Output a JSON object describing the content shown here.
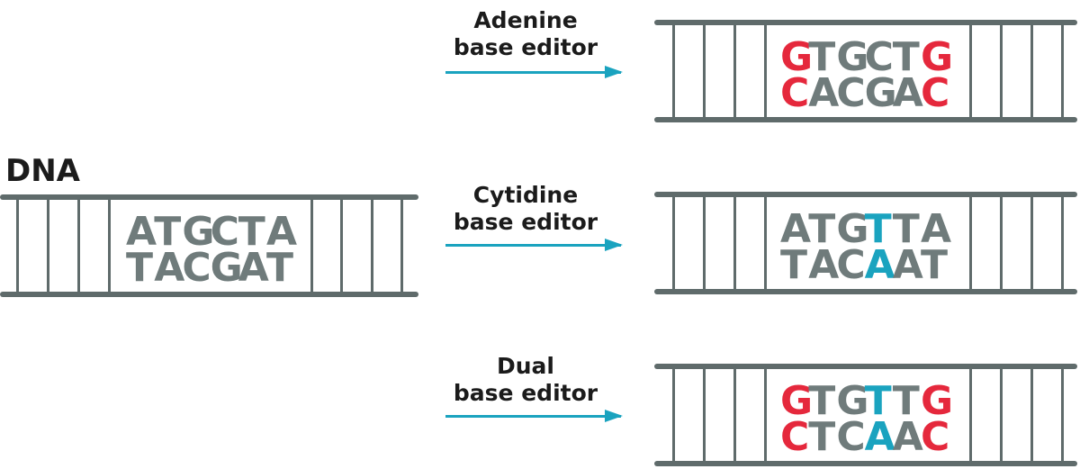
{
  "title": "DNA",
  "colors": {
    "backbone": "#5f6b6b",
    "base": "#6f7b7b",
    "edit_red": "#e5283c",
    "edit_teal": "#1aa3bf",
    "arrow": "#1aa3bf"
  },
  "source": {
    "top": [
      "A",
      "T",
      "G",
      "C",
      "T",
      "A"
    ],
    "bottom": [
      "T",
      "A",
      "C",
      "G",
      "A",
      "T"
    ]
  },
  "editors": [
    {
      "name": "adenine-base-editor",
      "label_line1": "Adenine",
      "label_line2": "base editor",
      "top": [
        "G",
        "T",
        "G",
        "C",
        "T",
        "G"
      ],
      "bottom": [
        "C",
        "A",
        "C",
        "G",
        "A",
        "C"
      ],
      "top_colors": [
        "edit_red",
        "base",
        "base",
        "base",
        "base",
        "edit_red"
      ],
      "bottom_colors": [
        "edit_red",
        "base",
        "base",
        "base",
        "base",
        "edit_red"
      ]
    },
    {
      "name": "cytidine-base-editor",
      "label_line1": "Cytidine",
      "label_line2": "base editor",
      "top": [
        "A",
        "T",
        "G",
        "T",
        "T",
        "A"
      ],
      "bottom": [
        "T",
        "A",
        "C",
        "A",
        "A",
        "T"
      ],
      "top_colors": [
        "base",
        "base",
        "base",
        "edit_teal",
        "base",
        "base"
      ],
      "bottom_colors": [
        "base",
        "base",
        "base",
        "edit_teal",
        "base",
        "base"
      ]
    },
    {
      "name": "dual-base-editor",
      "label_line1": "Dual",
      "label_line2": "base editor",
      "top": [
        "G",
        "T",
        "G",
        "T",
        "T",
        "G"
      ],
      "bottom": [
        "C",
        "T",
        "C",
        "A",
        "A",
        "C"
      ],
      "top_colors": [
        "edit_red",
        "base",
        "base",
        "edit_teal",
        "base",
        "edit_red"
      ],
      "bottom_colors": [
        "edit_red",
        "base",
        "base",
        "edit_teal",
        "base",
        "edit_red"
      ]
    }
  ]
}
